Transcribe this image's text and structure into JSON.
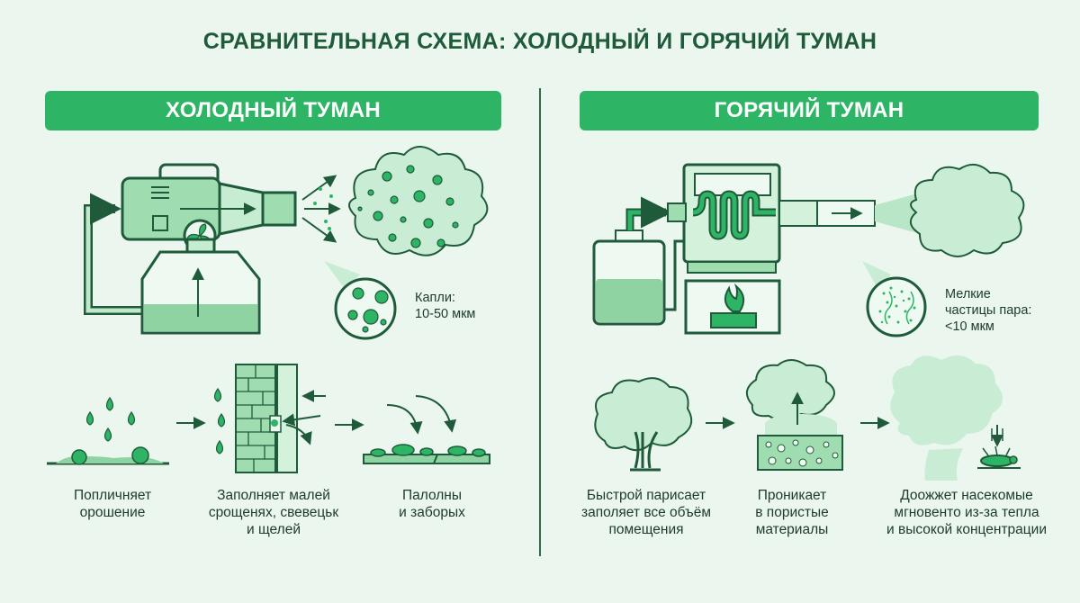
{
  "title": "СРАВНИТЕЛЬНАЯ СХЕМА: ХОЛОДНЫЙ И ГОРЯЧИЙ ТУМАН",
  "colors": {
    "accent": "#2db565",
    "dark": "#1f5b3a",
    "light": "#b9e6c7",
    "background": "#eaf6ee"
  },
  "cold": {
    "heading": "ХОЛОДНЫЙ ТУМАН",
    "particle_label_line1": "Капли:",
    "particle_label_line2": "10-50 мкм",
    "steps": [
      {
        "line1": "Попличняет",
        "line2": "орошение",
        "line3": ""
      },
      {
        "line1": "Заполняет малей",
        "line2": "срощенях, свевецьк",
        "line3": "и щелей"
      },
      {
        "line1": "Палолны",
        "line2": "и заборых",
        "line3": ""
      }
    ]
  },
  "hot": {
    "heading": "ГОРЯЧИЙ ТУМАН",
    "particle_label_line1": "Мелкие",
    "particle_label_line2": "частицы пара:",
    "particle_label_line3": "<10 мкм",
    "steps": [
      {
        "line1": "Быстрой парисает",
        "line2": "заполяет все объём",
        "line3": "помещения"
      },
      {
        "line1": "Проникает",
        "line2": "в пористые",
        "line3": "материалы"
      },
      {
        "line1": "Доожжет насекомые",
        "line2": "мгновенто из-за тепла",
        "line3": "и высокой концентрации"
      }
    ]
  }
}
